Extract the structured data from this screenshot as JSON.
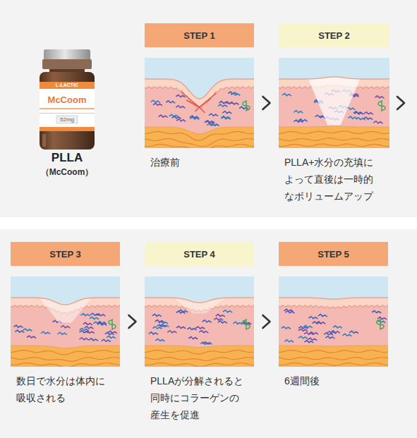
{
  "diagram": {
    "nodes": [
      {
        "text": [
          "STEP 1",
          "治療前"
        ]
      },
      {
        "text": [
          "STEP 2",
          "PLLA+水分の充填に よって直後は一時的 なボリュームアップ"
        ]
      },
      {
        "text": [
          "STEP 3",
          "数日で水分は体内に 吸収される"
        ]
      },
      {
        "text": [
          "STEP 4",
          "PLLAが分解されると 同時にコラーゲンの 産生を促進"
        ]
      },
      {
        "text": [
          "STEP 5",
          "6週間後"
        ]
      }
    ],
    "edges": [
      {
        "from": 0,
        "to": 1,
        "arrow": "to"
      },
      {
        "from": 1,
        "to": 2,
        "arrow": "to"
      },
      {
        "from": 2,
        "to": 3,
        "arrow": "to"
      },
      {
        "from": 3,
        "to": 4,
        "arrow": "to"
      }
    ],
    "labels": [
      "L-LACTIC",
      "McCoom",
      "52mg",
      "PLLA",
      "（McCoom）"
    ]
  }
}
